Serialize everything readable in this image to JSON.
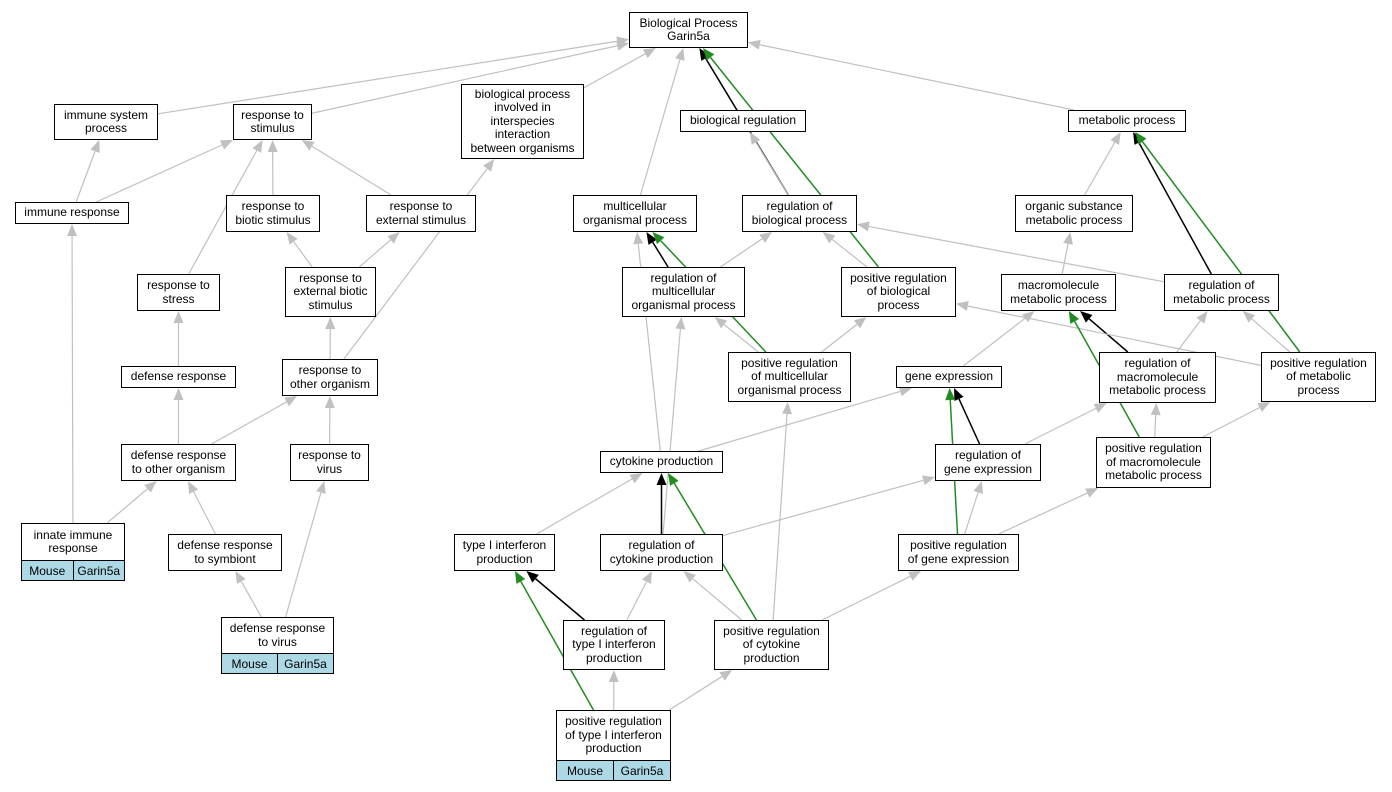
{
  "colors": {
    "is_a_edge": "#c0c0c0",
    "regulates_edge": "#000000",
    "positively_regulates_edge": "#228b22",
    "annotation_cell_bg": "#add8e6",
    "node_border": "#000000"
  },
  "nodes": {
    "bp": {
      "label": "Biological Process\nGarin5a"
    },
    "immune_system_process": {
      "label": "immune system\nprocess"
    },
    "response_to_stimulus": {
      "label": "response to\nstimulus"
    },
    "interspecies": {
      "label": "biological process\ninvolved in\ninterspecies\ninteraction\nbetween organisms"
    },
    "biological_regulation": {
      "label": "biological regulation"
    },
    "metabolic_process": {
      "label": "metabolic process"
    },
    "immune_response": {
      "label": "immune response"
    },
    "response_to_biotic_stimulus": {
      "label": "response to\nbiotic stimulus"
    },
    "response_to_external_stimulus": {
      "label": "response to\nexternal stimulus"
    },
    "multicellular_organismal_process": {
      "label": "multicellular\norganismal process"
    },
    "regulation_of_biological_process": {
      "label": "regulation of\nbiological process"
    },
    "organic_substance_metabolic_process": {
      "label": "organic substance\nmetabolic process"
    },
    "response_to_stress": {
      "label": "response to\nstress"
    },
    "response_to_external_biotic_stimulus": {
      "label": "response to\nexternal biotic\nstimulus"
    },
    "regulation_of_multicellular_organismal_process": {
      "label": "regulation of\nmulticellular\norganismal process"
    },
    "positive_regulation_of_biological_process": {
      "label": "positive regulation\nof biological\nprocess"
    },
    "macromolecule_metabolic_process": {
      "label": "macromolecule\nmetabolic process"
    },
    "regulation_of_metabolic_process": {
      "label": "regulation of\nmetabolic process"
    },
    "defense_response": {
      "label": "defense response"
    },
    "response_to_other_organism": {
      "label": "response to\nother organism"
    },
    "positive_regulation_of_multicellular_organismal_process": {
      "label": "positive regulation\nof multicellular\norganismal process"
    },
    "gene_expression": {
      "label": "gene expression"
    },
    "regulation_of_macromolecule_metabolic_process": {
      "label": "regulation of\nmacromolecule\nmetabolic process"
    },
    "positive_regulation_of_metabolic_process": {
      "label": "positive regulation\nof metabolic\nprocess"
    },
    "defense_response_to_other_organism": {
      "label": "defense response\nto other organism"
    },
    "response_to_virus": {
      "label": "response to\nvirus"
    },
    "cytokine_production": {
      "label": "cytokine production"
    },
    "regulation_of_gene_expression": {
      "label": "regulation of\ngene expression"
    },
    "positive_regulation_of_macromolecule_metabolic_process": {
      "label": "positive regulation\nof macromolecule\nmetabolic process"
    },
    "innate_immune_response": {
      "label": "innate immune\nresponse",
      "annotations": [
        "Mouse",
        "Garin5a"
      ]
    },
    "defense_response_to_symbiont": {
      "label": "defense response\nto symbiont"
    },
    "type_I_interferon_production": {
      "label": "type I interferon\nproduction"
    },
    "regulation_of_cytokine_production": {
      "label": "regulation of\ncytokine production"
    },
    "positive_regulation_of_gene_expression": {
      "label": "positive regulation\nof gene expression"
    },
    "defense_response_to_virus": {
      "label": "defense response\nto virus",
      "annotations": [
        "Mouse",
        "Garin5a"
      ]
    },
    "regulation_of_type_I_interferon_production": {
      "label": "regulation of\ntype I interferon\nproduction"
    },
    "positive_regulation_of_cytokine_production": {
      "label": "positive regulation\nof cytokine\nproduction"
    },
    "positive_regulation_of_type_I_interferon_production": {
      "label": "positive regulation\nof type I interferon\nproduction",
      "annotations": [
        "Mouse",
        "Garin5a"
      ]
    }
  },
  "edges": [
    {
      "from": "immune_system_process",
      "to": "bp",
      "type": "is_a"
    },
    {
      "from": "response_to_stimulus",
      "to": "bp",
      "type": "is_a"
    },
    {
      "from": "interspecies",
      "to": "bp",
      "type": "is_a"
    },
    {
      "from": "multicellular_organismal_process",
      "to": "bp",
      "type": "is_a"
    },
    {
      "from": "biological_regulation",
      "to": "bp",
      "type": "is_a"
    },
    {
      "from": "regulation_of_biological_process",
      "to": "bp",
      "type": "regulates"
    },
    {
      "from": "positive_regulation_of_biological_process",
      "to": "bp",
      "type": "positively_regulates"
    },
    {
      "from": "metabolic_process",
      "to": "bp",
      "type": "is_a"
    },
    {
      "from": "immune_response",
      "to": "immune_system_process",
      "type": "is_a"
    },
    {
      "from": "immune_response",
      "to": "response_to_stimulus",
      "type": "is_a"
    },
    {
      "from": "response_to_stress",
      "to": "response_to_stimulus",
      "type": "is_a"
    },
    {
      "from": "response_to_biotic_stimulus",
      "to": "response_to_stimulus",
      "type": "is_a"
    },
    {
      "from": "response_to_external_stimulus",
      "to": "response_to_stimulus",
      "type": "is_a"
    },
    {
      "from": "response_to_external_biotic_stimulus",
      "to": "response_to_biotic_stimulus",
      "type": "is_a"
    },
    {
      "from": "response_to_external_biotic_stimulus",
      "to": "response_to_external_stimulus",
      "type": "is_a"
    },
    {
      "from": "response_to_other_organism",
      "to": "response_to_external_biotic_stimulus",
      "type": "is_a"
    },
    {
      "from": "response_to_other_organism",
      "to": "interspecies",
      "type": "is_a"
    },
    {
      "from": "defense_response",
      "to": "response_to_stress",
      "type": "is_a"
    },
    {
      "from": "defense_response_to_other_organism",
      "to": "defense_response",
      "type": "is_a"
    },
    {
      "from": "defense_response_to_other_organism",
      "to": "response_to_other_organism",
      "type": "is_a"
    },
    {
      "from": "response_to_virus",
      "to": "response_to_other_organism",
      "type": "is_a"
    },
    {
      "from": "innate_immune_response",
      "to": "immune_response",
      "type": "is_a"
    },
    {
      "from": "innate_immune_response",
      "to": "defense_response_to_other_organism",
      "type": "is_a"
    },
    {
      "from": "defense_response_to_symbiont",
      "to": "defense_response_to_other_organism",
      "type": "is_a"
    },
    {
      "from": "defense_response_to_virus",
      "to": "defense_response_to_symbiont",
      "type": "is_a"
    },
    {
      "from": "defense_response_to_virus",
      "to": "response_to_virus",
      "type": "is_a"
    },
    {
      "from": "regulation_of_biological_process",
      "to": "biological_regulation",
      "type": "is_a"
    },
    {
      "from": "regulation_of_multicellular_organismal_process",
      "to": "multicellular_organismal_process",
      "type": "regulates"
    },
    {
      "from": "regulation_of_multicellular_organismal_process",
      "to": "regulation_of_biological_process",
      "type": "is_a"
    },
    {
      "from": "positive_regulation_of_biological_process",
      "to": "regulation_of_biological_process",
      "type": "is_a"
    },
    {
      "from": "regulation_of_metabolic_process",
      "to": "regulation_of_biological_process",
      "type": "is_a"
    },
    {
      "from": "positive_regulation_of_multicellular_organismal_process",
      "to": "multicellular_organismal_process",
      "type": "positively_regulates"
    },
    {
      "from": "positive_regulation_of_multicellular_organismal_process",
      "to": "regulation_of_multicellular_organismal_process",
      "type": "is_a"
    },
    {
      "from": "positive_regulation_of_multicellular_organismal_process",
      "to": "positive_regulation_of_biological_process",
      "type": "is_a"
    },
    {
      "from": "cytokine_production",
      "to": "multicellular_organismal_process",
      "type": "is_a"
    },
    {
      "from": "cytokine_production",
      "to": "gene_expression",
      "type": "is_a"
    },
    {
      "from": "organic_substance_metabolic_process",
      "to": "metabolic_process",
      "type": "is_a"
    },
    {
      "from": "regulation_of_metabolic_process",
      "to": "metabolic_process",
      "type": "regulates"
    },
    {
      "from": "positive_regulation_of_metabolic_process",
      "to": "metabolic_process",
      "type": "positively_regulates"
    },
    {
      "from": "macromolecule_metabolic_process",
      "to": "organic_substance_metabolic_process",
      "type": "is_a"
    },
    {
      "from": "gene_expression",
      "to": "macromolecule_metabolic_process",
      "type": "is_a"
    },
    {
      "from": "regulation_of_macromolecule_metabolic_process",
      "to": "macromolecule_metabolic_process",
      "type": "regulates"
    },
    {
      "from": "regulation_of_macromolecule_metabolic_process",
      "to": "regulation_of_metabolic_process",
      "type": "is_a"
    },
    {
      "from": "positive_regulation_of_metabolic_process",
      "to": "regulation_of_metabolic_process",
      "type": "is_a"
    },
    {
      "from": "positive_regulation_of_metabolic_process",
      "to": "positive_regulation_of_biological_process",
      "type": "is_a"
    },
    {
      "from": "positive_regulation_of_macromolecule_metabolic_process",
      "to": "macromolecule_metabolic_process",
      "type": "positively_regulates"
    },
    {
      "from": "positive_regulation_of_macromolecule_metabolic_process",
      "to": "regulation_of_macromolecule_metabolic_process",
      "type": "is_a"
    },
    {
      "from": "positive_regulation_of_macromolecule_metabolic_process",
      "to": "positive_regulation_of_metabolic_process",
      "type": "is_a"
    },
    {
      "from": "regulation_of_gene_expression",
      "to": "gene_expression",
      "type": "regulates"
    },
    {
      "from": "regulation_of_gene_expression",
      "to": "regulation_of_macromolecule_metabolic_process",
      "type": "is_a"
    },
    {
      "from": "positive_regulation_of_gene_expression",
      "to": "gene_expression",
      "type": "positively_regulates"
    },
    {
      "from": "positive_regulation_of_gene_expression",
      "to": "regulation_of_gene_expression",
      "type": "is_a"
    },
    {
      "from": "positive_regulation_of_gene_expression",
      "to": "positive_regulation_of_macromolecule_metabolic_process",
      "type": "is_a"
    },
    {
      "from": "type_I_interferon_production",
      "to": "cytokine_production",
      "type": "is_a"
    },
    {
      "from": "regulation_of_cytokine_production",
      "to": "cytokine_production",
      "type": "regulates"
    },
    {
      "from": "regulation_of_cytokine_production",
      "to": "regulation_of_multicellular_organismal_process",
      "type": "is_a"
    },
    {
      "from": "regulation_of_cytokine_production",
      "to": "regulation_of_gene_expression",
      "type": "is_a"
    },
    {
      "from": "positive_regulation_of_cytokine_production",
      "to": "cytokine_production",
      "type": "positively_regulates"
    },
    {
      "from": "positive_regulation_of_cytokine_production",
      "to": "regulation_of_cytokine_production",
      "type": "is_a"
    },
    {
      "from": "positive_regulation_of_cytokine_production",
      "to": "positive_regulation_of_multicellular_organismal_process",
      "type": "is_a"
    },
    {
      "from": "positive_regulation_of_cytokine_production",
      "to": "positive_regulation_of_gene_expression",
      "type": "is_a"
    },
    {
      "from": "regulation_of_type_I_interferon_production",
      "to": "type_I_interferon_production",
      "type": "regulates"
    },
    {
      "from": "regulation_of_type_I_interferon_production",
      "to": "regulation_of_cytokine_production",
      "type": "is_a"
    },
    {
      "from": "positive_regulation_of_type_I_interferon_production",
      "to": "type_I_interferon_production",
      "type": "positively_regulates"
    },
    {
      "from": "positive_regulation_of_type_I_interferon_production",
      "to": "regulation_of_type_I_interferon_production",
      "type": "is_a"
    },
    {
      "from": "positive_regulation_of_type_I_interferon_production",
      "to": "positive_regulation_of_cytokine_production",
      "type": "is_a"
    }
  ]
}
